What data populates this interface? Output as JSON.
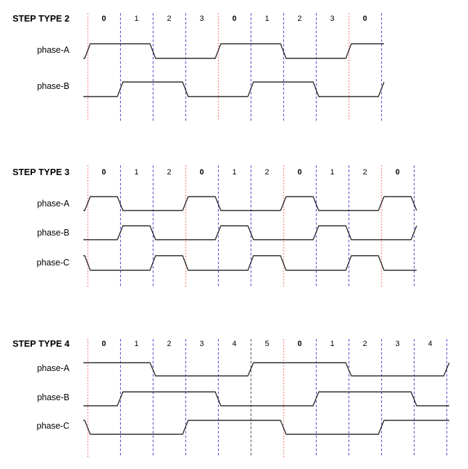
{
  "diagram": {
    "background": "#ffffff",
    "waveform_color": "#2b2b2b",
    "grid_colors": {
      "red": "#f58f8f",
      "blue": "#4d4dd0",
      "black": "#555555"
    },
    "sections": [
      {
        "title": "STEP TYPE 2",
        "steps": [
          {
            "label": "0",
            "bold": true
          },
          {
            "label": "1",
            "bold": false
          },
          {
            "label": "2",
            "bold": false
          },
          {
            "label": "3",
            "bold": false
          },
          {
            "label": "0",
            "bold": true
          },
          {
            "label": "1",
            "bold": false
          },
          {
            "label": "2",
            "bold": false
          },
          {
            "label": "3",
            "bold": false
          },
          {
            "label": "0",
            "bold": true
          }
        ],
        "boundaries": [
          "red",
          "blue",
          "blue",
          "blue",
          "red",
          "blue",
          "blue",
          "blue",
          "red",
          "blue"
        ],
        "waveforms": [
          {
            "phase": "phase-A",
            "pre": 0,
            "levels": [
              1,
              1,
              0,
              0,
              1,
              1,
              0,
              0,
              1
            ],
            "post": 1
          },
          {
            "phase": "phase-B",
            "pre": 0,
            "levels": [
              0,
              1,
              1,
              0,
              0,
              1,
              1,
              0,
              0
            ],
            "post": 1
          }
        ]
      },
      {
        "title": "STEP TYPE 3",
        "steps": [
          {
            "label": "0",
            "bold": true
          },
          {
            "label": "1",
            "bold": false
          },
          {
            "label": "2",
            "bold": false
          },
          {
            "label": "0",
            "bold": true
          },
          {
            "label": "1",
            "bold": false
          },
          {
            "label": "2",
            "bold": false
          },
          {
            "label": "0",
            "bold": true
          },
          {
            "label": "1",
            "bold": false
          },
          {
            "label": "2",
            "bold": false
          },
          {
            "label": "0",
            "bold": true
          }
        ],
        "boundaries": [
          "red",
          "blue",
          "blue",
          "red",
          "blue",
          "blue",
          "red",
          "blue",
          "blue",
          "red",
          "blue"
        ],
        "waveforms": [
          {
            "phase": "phase-A",
            "pre": 0,
            "levels": [
              1,
              0,
              0,
              1,
              0,
              0,
              1,
              0,
              0,
              1
            ],
            "post": 0
          },
          {
            "phase": "phase-B",
            "pre": 0,
            "levels": [
              0,
              1,
              0,
              0,
              1,
              0,
              0,
              1,
              0,
              0
            ],
            "post": 1
          },
          {
            "phase": "phase-C",
            "pre": 1,
            "levels": [
              0,
              0,
              1,
              0,
              0,
              1,
              0,
              0,
              1,
              0
            ],
            "post": 0
          }
        ]
      },
      {
        "title": "STEP TYPE 4",
        "steps": [
          {
            "label": "0",
            "bold": true
          },
          {
            "label": "1",
            "bold": false
          },
          {
            "label": "2",
            "bold": false
          },
          {
            "label": "3",
            "bold": false
          },
          {
            "label": "4",
            "bold": false
          },
          {
            "label": "5",
            "bold": false
          },
          {
            "label": "0",
            "bold": true
          },
          {
            "label": "1",
            "bold": false
          },
          {
            "label": "2",
            "bold": false
          },
          {
            "label": "3",
            "bold": false
          },
          {
            "label": "4",
            "bold": false
          }
        ],
        "boundaries": [
          "red",
          "blue",
          "blue",
          "blue",
          "blue",
          "black",
          "red",
          "blue",
          "blue",
          "blue",
          "blue",
          "blue"
        ],
        "waveforms": [
          {
            "phase": "phase-A",
            "pre": 1,
            "levels": [
              1,
              1,
              0,
              0,
              0,
              1,
              1,
              1,
              0,
              0,
              0
            ],
            "post": 1
          },
          {
            "phase": "phase-B",
            "pre": 0,
            "levels": [
              0,
              1,
              1,
              1,
              0,
              0,
              0,
              1,
              1,
              1,
              0
            ],
            "post": 0
          },
          {
            "phase": "phase-C",
            "pre": 1,
            "levels": [
              0,
              0,
              0,
              1,
              1,
              1,
              0,
              0,
              0,
              1,
              1
            ],
            "post": 1
          }
        ]
      }
    ]
  }
}
